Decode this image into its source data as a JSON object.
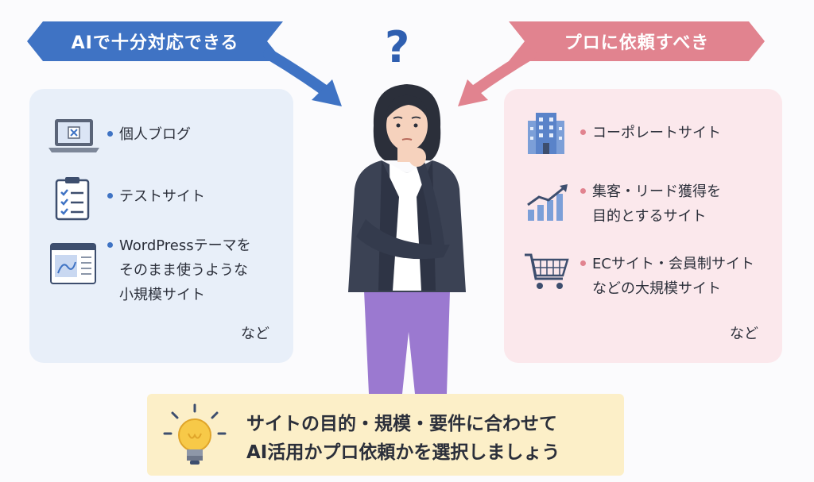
{
  "left_banner": {
    "label": "AIで十分対応できる",
    "color": "#3f73c4"
  },
  "right_banner": {
    "label": "プロに依頼すべき",
    "color": "#e1838f"
  },
  "question_mark": "?",
  "left_panel": {
    "items": [
      {
        "icon": "laptop-icon",
        "lines": [
          "個人ブログ"
        ]
      },
      {
        "icon": "checklist-icon",
        "lines": [
          "テストサイト"
        ]
      },
      {
        "icon": "webpage-icon",
        "lines": [
          "WordPressテーマを",
          "そのまま使うような",
          "小規模サイト"
        ]
      }
    ],
    "etc": "など"
  },
  "right_panel": {
    "items": [
      {
        "icon": "office-building-icon",
        "lines": [
          "コーポレートサイト"
        ]
      },
      {
        "icon": "growth-chart-icon",
        "lines": [
          "集客・リード獲得を",
          "目的とするサイト"
        ]
      },
      {
        "icon": "shopping-cart-icon",
        "lines": [
          "ECサイト・会員制サイト",
          "などの大規模サイト"
        ]
      }
    ],
    "etc": "など"
  },
  "bottom_note": {
    "icon": "lightbulb-icon",
    "line1": "サイトの目的・規模・要件に合わせて",
    "line2": "AI活用かプロ依頼かを選択しましょう"
  }
}
